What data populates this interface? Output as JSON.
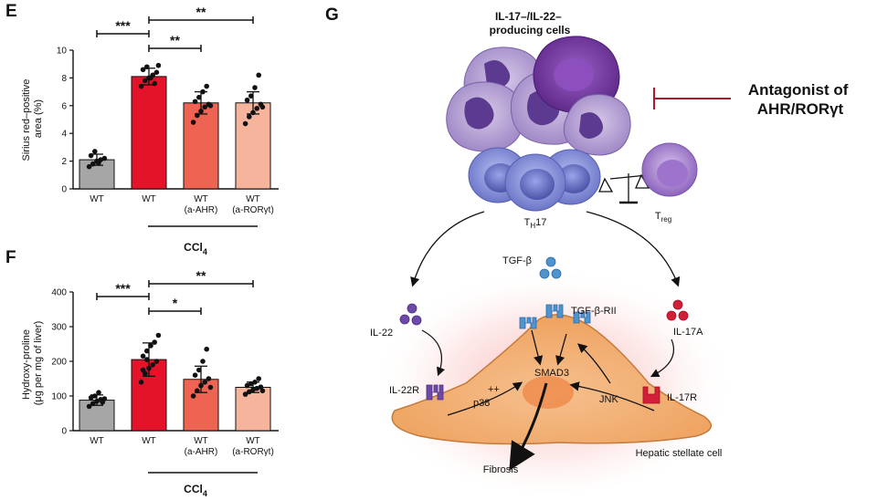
{
  "panels": {
    "E": "E",
    "F": "F",
    "G": "G"
  },
  "chart_data": [
    {
      "type": "bar",
      "panel": "E",
      "categories": [
        "WT",
        "WT",
        "WT\n(a-AHR)",
        "WT\n(a-RORγt)"
      ],
      "values": [
        2.1,
        8.1,
        6.2,
        6.2
      ],
      "errors": [
        0.4,
        0.6,
        0.8,
        0.8
      ],
      "points": [
        [
          1.6,
          1.8,
          2.0,
          2.1,
          2.2,
          2.4,
          2.7,
          1.9
        ],
        [
          7.4,
          7.8,
          8.0,
          8.2,
          8.4,
          8.6,
          8.8,
          8.0,
          7.6,
          8.9
        ],
        [
          4.8,
          5.3,
          5.6,
          5.9,
          6.1,
          6.3,
          6.6,
          7.0,
          7.4,
          6.0
        ],
        [
          4.7,
          5.2,
          5.5,
          5.8,
          6.1,
          6.4,
          6.7,
          7.3,
          8.2,
          5.9
        ]
      ],
      "colors": [
        "#a6a6a6",
        "#e5132a",
        "#ef6352",
        "#f6b49c"
      ],
      "ylabel": "Sirius red–positive\narea (%)",
      "yticks": [
        "0",
        "2",
        "4",
        "6",
        "8",
        "10"
      ],
      "ylim": [
        0,
        10
      ],
      "group_label": "CCl",
      "group_label_sub": "4",
      "significance": [
        {
          "from": 0,
          "to": 1,
          "label": "***"
        },
        {
          "from": 1,
          "to": 3,
          "label": "**"
        },
        {
          "from": 1,
          "to": 2,
          "label": "**"
        }
      ]
    },
    {
      "type": "bar",
      "panel": "F",
      "categories": [
        "WT",
        "WT",
        "WT\n(a-AHR)",
        "WT\n(a-RORγt)"
      ],
      "values": [
        88,
        205,
        148,
        125
      ],
      "errors": [
        15,
        48,
        38,
        15
      ],
      "points": [
        [
          70,
          78,
          85,
          90,
          92,
          95,
          100,
          110,
          82
        ],
        [
          140,
          165,
          180,
          190,
          200,
          215,
          230,
          245,
          255,
          275,
          175,
          205
        ],
        [
          100,
          115,
          130,
          140,
          150,
          160,
          175,
          200,
          235,
          125
        ],
        [
          105,
          112,
          118,
          122,
          126,
          130,
          135,
          140,
          150,
          115
        ]
      ],
      "colors": [
        "#a6a6a6",
        "#e5132a",
        "#ef6352",
        "#f6b49c"
      ],
      "ylabel": "Hydroxy-proline\n(μg per mg of liver)",
      "yticks": [
        "0",
        "100",
        "200",
        "300",
        "400"
      ],
      "ylim": [
        0,
        400
      ],
      "group_label": "CCl",
      "group_label_sub": "4",
      "significance": [
        {
          "from": 0,
          "to": 1,
          "label": "***"
        },
        {
          "from": 1,
          "to": 3,
          "label": "**"
        },
        {
          "from": 1,
          "to": 2,
          "label": "*"
        }
      ]
    }
  ],
  "diagram": {
    "producing_cells": "IL-17–/IL-22–\nproducing cells",
    "antagonist": "Antagonist of\nAHR/RORγt",
    "th17": "T",
    "th17_sub": "H",
    "th17_rest": "17",
    "treg": "T",
    "treg_sub": "reg",
    "tgfb": "TGF-β",
    "tgfbrii": "TGF-β-RII",
    "il22": "IL-22",
    "il17a": "IL-17A",
    "il22r": "IL-22R",
    "il17r": "IL-17R",
    "smad3": "SMAD3",
    "plusplus": "++",
    "p38": "p38",
    "jnk": "JNK",
    "fibrosis": "Fibrosis",
    "hsc": "Hepatic stellate cell",
    "colors": {
      "purple_light": "#b8a3d1",
      "purple_dark": "#6a3c97",
      "blue_cell": "#7f88d6",
      "tgfb_blue": "#4f93cf",
      "il22_purple": "#6d49a8",
      "il17_red": "#d21f37",
      "hsc_orange": "#f3b27a",
      "inhibit_red": "#b2182b"
    }
  }
}
